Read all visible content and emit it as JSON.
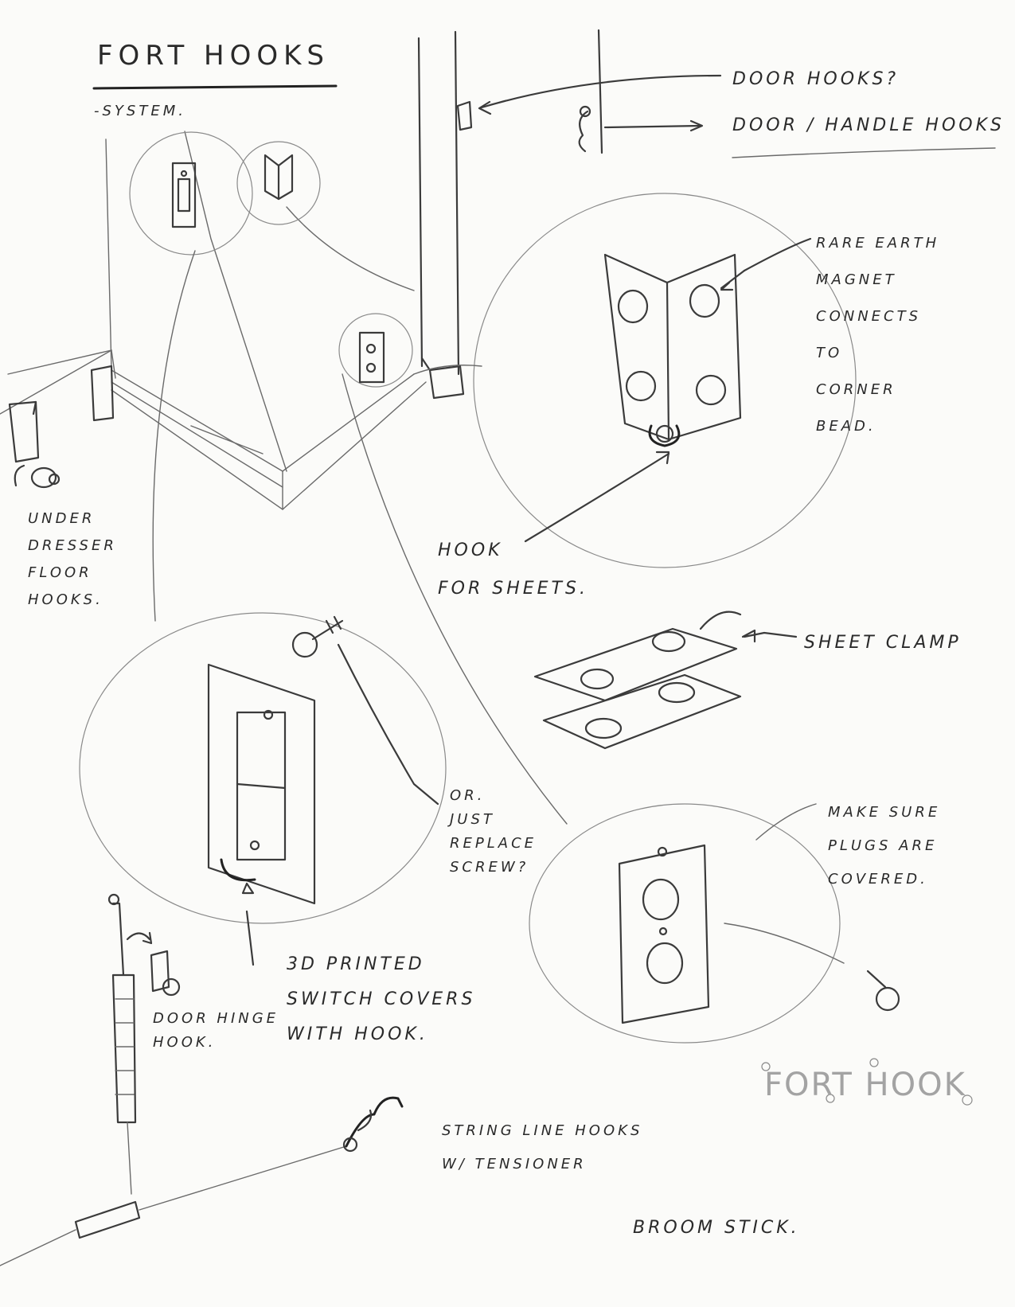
{
  "title": "FORT HOOKS",
  "subtitle": "-SYSTEM.",
  "labels": {
    "door_hooks": "DOOR HOOKS?",
    "door_handle_hooks": "DOOR / HANDLE HOOKS",
    "magnet_note": "RARE EARTH\nMAGNET\nCONNECTS\nTO\nCORNER\nBEAD.",
    "under_dresser": "UNDER\nDRESSER\nFLOOR\nHOOKS.",
    "hook_for_sheets": "HOOK\nFOR SHEETS.",
    "sheet_clamp": "SHEET CLAMP",
    "replace_screw": "OR.\nJUST\nREPLACE\nSCREW?",
    "outlet_note": "MAKE SURE\nPLUGS ARE\nCOVERED.",
    "switch_covers": "3D PRINTED\nSWITCH COVERS\nWITH HOOK.",
    "door_hinge": "DOOR HINGE\nHOOK.",
    "string_line": "STRING LINE HOOKS\nW/ TENSIONER",
    "broom_stick": "BROOM STICK.",
    "logo": "FORT HOOK"
  }
}
